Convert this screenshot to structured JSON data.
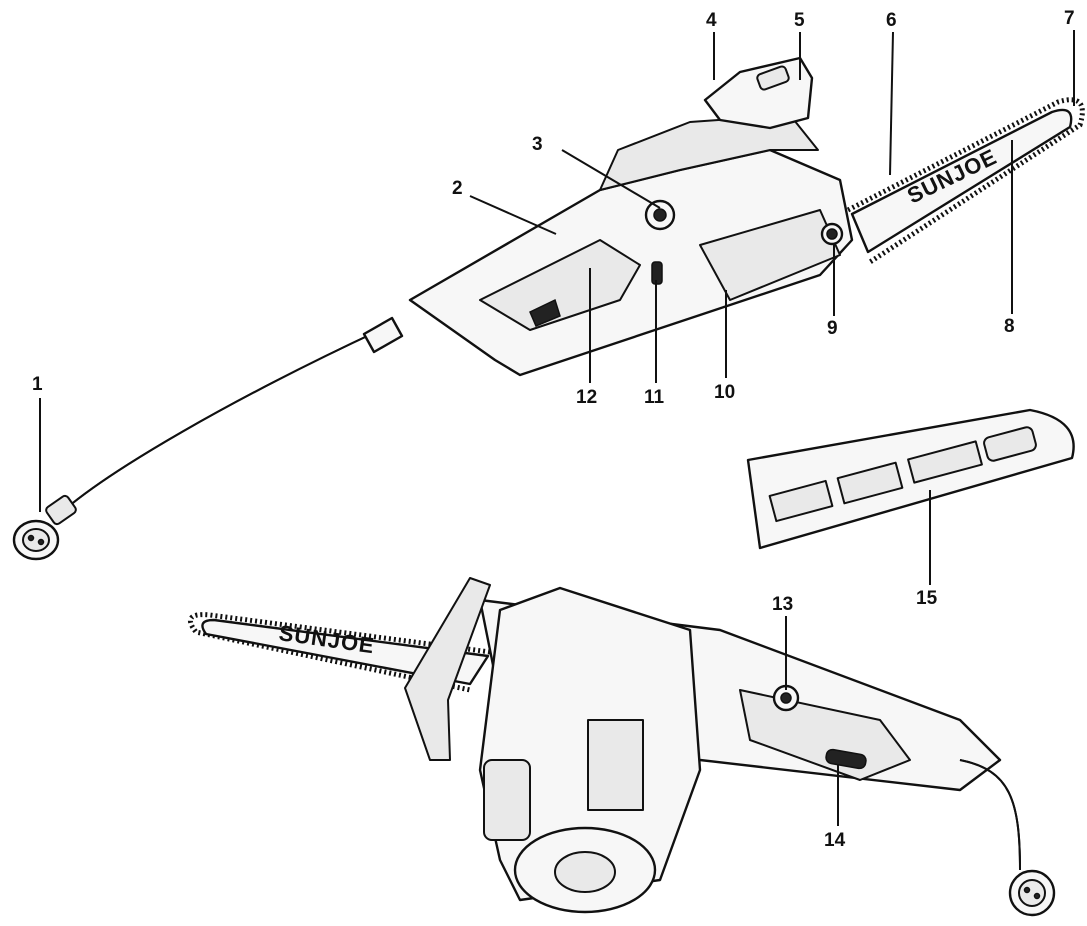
{
  "brand": {
    "bar_text_top": "SUNJOE",
    "bar_text_bottom": "SUNJOE"
  },
  "callouts": [
    {
      "id": "c1",
      "label": "1"
    },
    {
      "id": "c2",
      "label": "2"
    },
    {
      "id": "c3",
      "label": "3"
    },
    {
      "id": "c4",
      "label": "4"
    },
    {
      "id": "c5",
      "label": "5"
    },
    {
      "id": "c6",
      "label": "6"
    },
    {
      "id": "c7",
      "label": "7"
    },
    {
      "id": "c8",
      "label": "8"
    },
    {
      "id": "c9",
      "label": "9"
    },
    {
      "id": "c10",
      "label": "10"
    },
    {
      "id": "c11",
      "label": "11"
    },
    {
      "id": "c12",
      "label": "12"
    },
    {
      "id": "c13",
      "label": "13"
    },
    {
      "id": "c14",
      "label": "14"
    },
    {
      "id": "c15",
      "label": "15"
    }
  ]
}
